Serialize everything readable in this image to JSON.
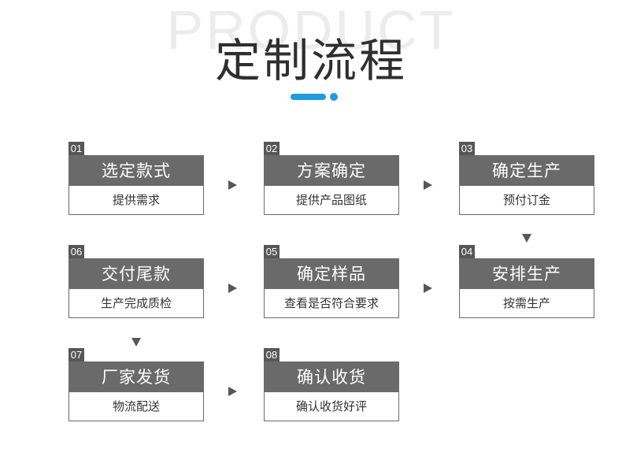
{
  "header": {
    "bg_word": "PRODUCT",
    "title": "定制流程"
  },
  "steps": [
    {
      "num": "01",
      "title": "选定款式",
      "sub": "提供需求"
    },
    {
      "num": "02",
      "title": "方案确定",
      "sub": "提供产品图纸"
    },
    {
      "num": "03",
      "title": "确定生产",
      "sub": "预付订金"
    },
    {
      "num": "04",
      "title": "安排生产",
      "sub": "按需生产"
    },
    {
      "num": "05",
      "title": "确定样品",
      "sub": "查看是否符合要求"
    },
    {
      "num": "06",
      "title": "交付尾款",
      "sub": "生产完成质检"
    },
    {
      "num": "07",
      "title": "厂家发货",
      "sub": "物流配送"
    },
    {
      "num": "08",
      "title": "确认收货",
      "sub": "确认收货好评"
    }
  ],
  "colors": {
    "accent": "#1f9be4",
    "box_header": "#6a6a6a",
    "num_tag": "#575757"
  }
}
